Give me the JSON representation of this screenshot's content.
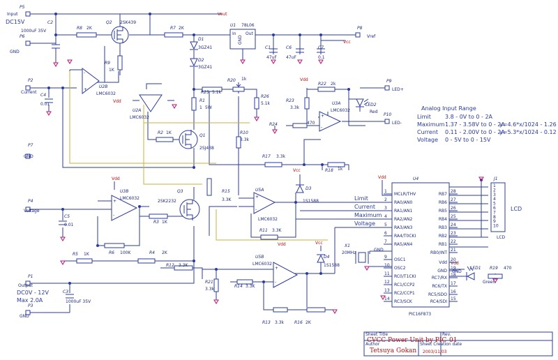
{
  "ports": {
    "p5": {
      "ref": "P5",
      "name": "Input",
      "note": "DC15V"
    },
    "p6": {
      "ref": "P6",
      "name": "GND"
    },
    "p2": {
      "ref": "P2",
      "name": "Current"
    },
    "p7": {
      "ref": "P7",
      "name": "GND"
    },
    "p4": {
      "ref": "P4",
      "name": "Voltage"
    },
    "p1": {
      "ref": "P1",
      "name": "Output",
      "note1": "DC0V - 12V",
      "note2": "Max 2.0A"
    },
    "p3": {
      "ref": "P3",
      "name": "GND"
    },
    "p8": {
      "ref": "P8",
      "name": "Vref"
    },
    "p9": {
      "ref": "P9",
      "name": "LED+"
    },
    "p10": {
      "ref": "P10",
      "name": "LED-"
    }
  },
  "nets": {
    "vdd": "Vdd",
    "vcc": "Vcc",
    "vout": "Vout"
  },
  "components": {
    "c2": {
      "ref": "C2",
      "value": "1000uF 35V"
    },
    "c4": {
      "ref": "C4",
      "value": "0.01"
    },
    "c5": {
      "ref": "C5",
      "value": "0.01"
    },
    "c3": {
      "ref": "C3",
      "value": "1000uF 35V"
    },
    "c1": {
      "ref": "C1",
      "value": "47uF"
    },
    "c6": {
      "ref": "C6",
      "value": "47uF"
    },
    "c7": {
      "ref": "C7",
      "value": "0.1"
    },
    "r8": {
      "ref": "R8",
      "value": "2K"
    },
    "r9": {
      "ref": "R9",
      "value": "1K"
    },
    "r7": {
      "ref": "R7",
      "value": "2K"
    },
    "r1": {
      "ref": "R1",
      "value": "1",
      "value2": "5W"
    },
    "r2": {
      "ref": "R2",
      "value": "1K"
    },
    "r25": {
      "ref": "R25",
      "value": "5.1k"
    },
    "r20": {
      "ref": "R20",
      "value": "1k"
    },
    "r26": {
      "ref": "R26",
      "value": "5.1k"
    },
    "r10": {
      "ref": "R10",
      "value": "3.3k"
    },
    "r17": {
      "ref": "R17",
      "value": "3.3k"
    },
    "r18": {
      "ref": "R18",
      "value": "1k"
    },
    "r15": {
      "ref": "R15",
      "value": "3.3K"
    },
    "r11": {
      "ref": "R11",
      "value": "3.3K"
    },
    "r3": {
      "ref": "R3",
      "value": "1K"
    },
    "r5": {
      "ref": "R5",
      "value": "1K"
    },
    "r6": {
      "ref": "R6",
      "value": "100K"
    },
    "r4": {
      "ref": "R4",
      "value": "2K"
    },
    "r12": {
      "ref": "R12",
      "value": "3.3K"
    },
    "r21": {
      "ref": "R21",
      "value": "3.3k"
    },
    "r14": {
      "ref": "R14",
      "value": "3.3K"
    },
    "r13": {
      "ref": "R13",
      "value": "3.3k"
    },
    "r16": {
      "ref": "R16",
      "value": "2K"
    },
    "r22": {
      "ref": "R22",
      "value": "2k"
    },
    "r23": {
      "ref": "R23",
      "value": "3.3k"
    },
    "r24": {
      "ref": "R24",
      "value": "470"
    },
    "r19": {
      "ref": "R19",
      "value": "470"
    },
    "q2": {
      "ref": "Q2",
      "value": "2SK439"
    },
    "q1": {
      "ref": "Q1",
      "value": "2SJ438"
    },
    "q3": {
      "ref": "Q3",
      "value": "2SK2232"
    },
    "d1": {
      "ref": "D1",
      "value": "3GZ41"
    },
    "d2": {
      "ref": "D2",
      "value": "3GZ41"
    },
    "d3": {
      "ref": "D3",
      "value": "1S1588"
    },
    "d4": {
      "ref": "D4",
      "value": "1S1588"
    },
    "u1": {
      "ref": "U1",
      "value": "78L06",
      "pin_in": "In",
      "pin_out": "Out",
      "pin_gnd": "GND"
    },
    "u2a": {
      "ref": "U2A",
      "value": "LMC6032"
    },
    "u2b": {
      "ref": "U2B",
      "value": "LMC6032"
    },
    "u3a": {
      "ref": "U3A",
      "value": "LMC6032"
    },
    "u3b": {
      "ref": "U3B",
      "value": "LMC6032"
    },
    "u5a": {
      "ref": "U5A",
      "value": "LMC6032"
    },
    "u5b": {
      "ref": "U5B",
      "value": "LMC6032"
    },
    "led1": {
      "ref": "LED1",
      "value": "Green"
    },
    "led2": {
      "ref": "LED2",
      "value": "Red"
    },
    "x1": {
      "ref": "X1",
      "value": "20MHz"
    },
    "j1": {
      "ref": "J1",
      "value": "LCD",
      "label": "LCD"
    }
  },
  "mcu": {
    "ref": "U4",
    "part": "PIC16F873",
    "left_pins": [
      {
        "num": "1",
        "name": "MCLR/THV"
      },
      {
        "num": "2",
        "name": "RA0/AN0"
      },
      {
        "num": "3",
        "name": "RA1/AN1"
      },
      {
        "num": "4",
        "name": "RA2/AN2"
      },
      {
        "num": "5",
        "name": "RA3/AN3"
      },
      {
        "num": "6",
        "name": "RA4/T0CKI"
      },
      {
        "num": "7",
        "name": "RA5/AN4"
      },
      {
        "num": "9",
        "name": "OSC1"
      },
      {
        "num": "10",
        "name": "OSC2"
      },
      {
        "num": "11",
        "name": "RC0/T1CKI"
      },
      {
        "num": "12",
        "name": "RC1/CCP2"
      },
      {
        "num": "13",
        "name": "RC2/CCP1"
      },
      {
        "num": "14",
        "name": "RC3/SCK"
      }
    ],
    "right_pins": [
      {
        "num": "28",
        "name": "RB7"
      },
      {
        "num": "27",
        "name": "RB6"
      },
      {
        "num": "26",
        "name": "RB5"
      },
      {
        "num": "25",
        "name": "RB4"
      },
      {
        "num": "24",
        "name": "RB3"
      },
      {
        "num": "23",
        "name": "RB2"
      },
      {
        "num": "22",
        "name": "RB1"
      },
      {
        "num": "21",
        "name": "RB0/INT"
      },
      {
        "num": "20",
        "name": "Vdd"
      },
      {
        "num": "19",
        "name": "GND"
      },
      {
        "num": "18",
        "name": "RC7/RX"
      },
      {
        "num": "17",
        "name": "RC6/TX"
      },
      {
        "num": "16",
        "name": "RC5/SDO"
      },
      {
        "num": "15",
        "name": "RC4/SDI"
      }
    ]
  },
  "signals": {
    "limit": "Limit",
    "current": "Current",
    "maximum": "Maximum",
    "voltage": "Voltage"
  },
  "range_table": {
    "title": "Analog Input Range",
    "rows": [
      {
        "name": "Limit",
        "range": "3.8 - 0V to 0 - 2A",
        "formula": ""
      },
      {
        "name": "Maximum",
        "range": "1.37 - 3.58V to 0 - 2A",
        "formula": "y=4.6*x/1024 - 1.26"
      },
      {
        "name": "Current",
        "range": "0.11 - 2.00V to 0 - 2A",
        "formula": "y=5.3*x/1024 - 0.12"
      },
      {
        "name": "Voltage",
        "range": "0 - 5V to 0 - 15V",
        "formula": ""
      }
    ]
  },
  "title_block": {
    "sheet_title_label": "Sheet Title",
    "sheet_title": "CVCC Power Unit by PIC",
    "rev_label": "Rev.",
    "rev": "01",
    "author_label": "Author",
    "author": "Tetsuya  Gokan",
    "date_label": "Sheet Creation date",
    "date": "2003/11/03"
  }
}
